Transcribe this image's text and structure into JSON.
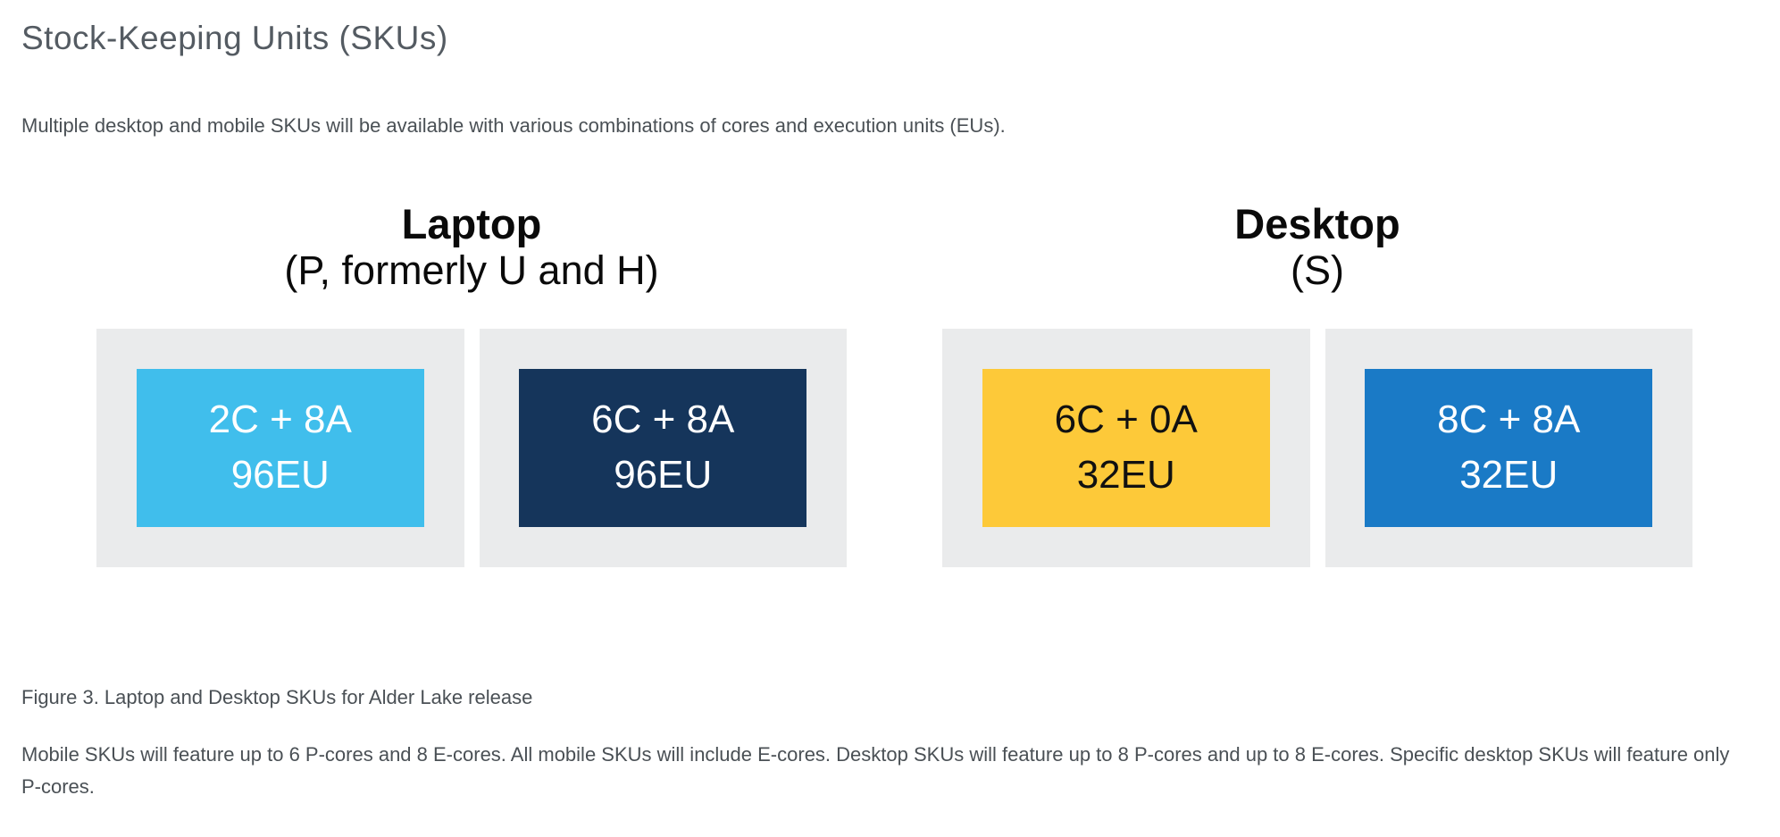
{
  "page": {
    "title": "Stock-Keeping Units (SKUs)",
    "intro": "Multiple desktop and mobile SKUs will be available with various combinations of cores and execution units (EUs).",
    "caption": "Figure 3. Laptop and Desktop SKUs for Alder Lake release",
    "body": "Mobile SKUs will feature up to 6 P-cores and 8 E-cores. All mobile SKUs will include E-cores. Desktop SKUs will feature up to 8 P-cores and up to 8 E-cores. Specific desktop SKUs will feature only P-cores."
  },
  "figure": {
    "card_background": "#eaebec",
    "groups": [
      {
        "title": "Laptop",
        "subtitle": "(P, formerly U and H)",
        "skus": [
          {
            "cores": "2C + 8A",
            "eu": "96EU",
            "bg": "#40beec",
            "fg": "#ffffff"
          },
          {
            "cores": "6C + 8A",
            "eu": "96EU",
            "bg": "#15355b",
            "fg": "#ffffff"
          }
        ]
      },
      {
        "title": "Desktop",
        "subtitle": "(S)",
        "skus": [
          {
            "cores": "6C + 0A",
            "eu": "32EU",
            "bg": "#fdc939",
            "fg": "#111111"
          },
          {
            "cores": "8C + 8A",
            "eu": "32EU",
            "bg": "#1a7ac6",
            "fg": "#ffffff"
          }
        ]
      }
    ]
  }
}
